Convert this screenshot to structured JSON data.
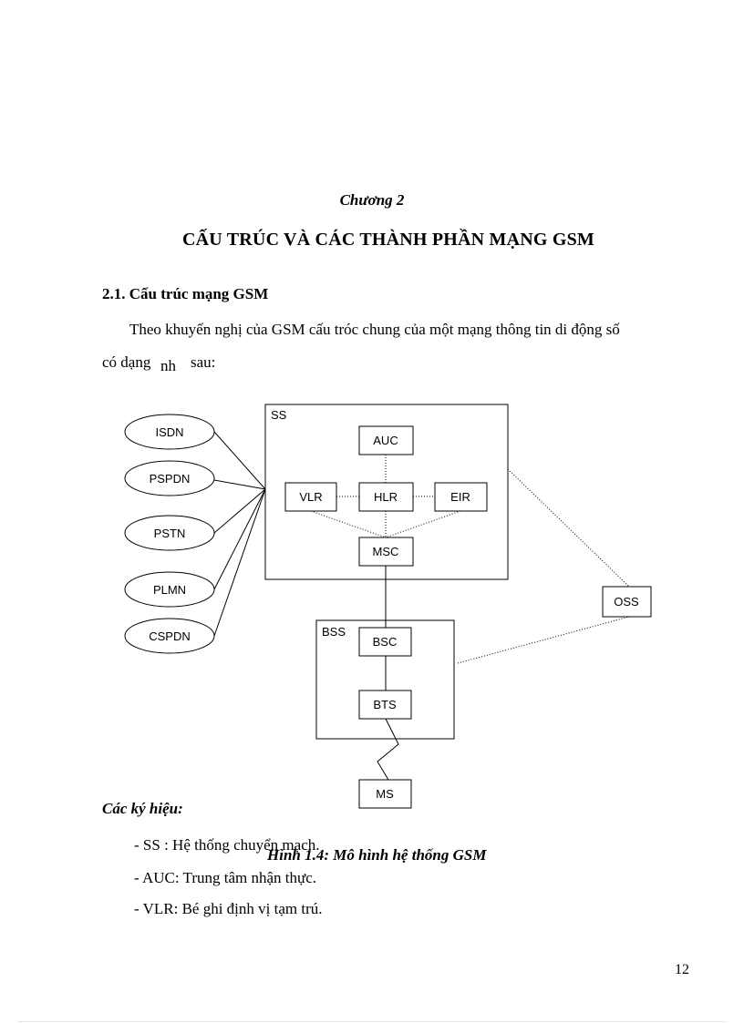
{
  "chapter": "Chương 2",
  "title": "CẤU TRÚC VÀ CÁC THÀNH PHẦN MẠNG GSM",
  "section_heading": "2.1. Cấu trúc mạng GSM",
  "paragraph": {
    "line1": "Theo khuyến nghị của GSM cấu tróc chung của một mạng thông tin di động số",
    "line2_a": "có dạng",
    "line2_b": "nh",
    "line2_c": "sau:"
  },
  "diagram": {
    "external_networks": [
      "ISDN",
      "PSPDN",
      "PSTN",
      "PLMN",
      "CSPDN"
    ],
    "ss_label": "SS",
    "bss_label": "BSS",
    "nodes": {
      "auc": "AUC",
      "vlr": "VLR",
      "hlr": "HLR",
      "eir": "EIR",
      "msc": "MSC",
      "oss": "OSS",
      "bsc": "BSC",
      "bts": "BTS",
      "ms": "MS"
    },
    "caption": "Hình 1.4: Mô hình hệ thống GSM"
  },
  "legend": {
    "title": "Các ký hiệu:",
    "items": [
      "- SS    : Hệ thống chuyển mạch.",
      "- AUC: Trung tâm nhận thực.",
      "- VLR: Bé ghi định vị tạm trú."
    ]
  },
  "page_number": "12"
}
